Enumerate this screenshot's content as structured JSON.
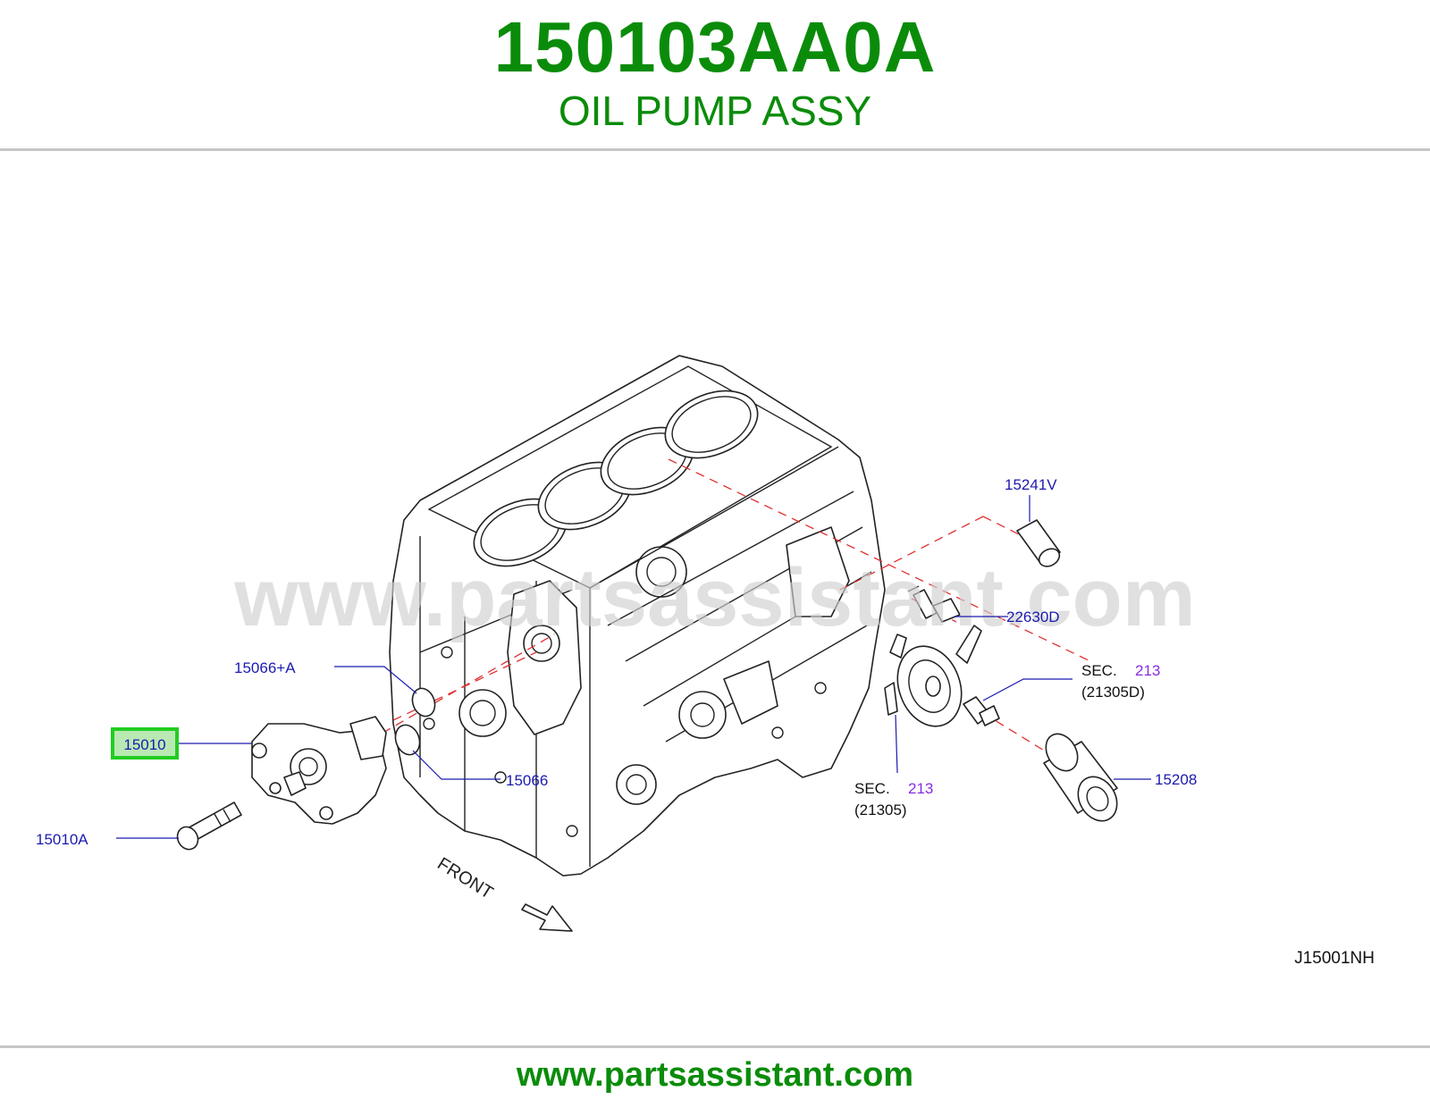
{
  "header": {
    "part_number": "150103AA0A",
    "part_name": "OIL PUMP ASSY"
  },
  "watermark": "www.partsassistant.com",
  "callouts": {
    "c15241v": "15241V",
    "c22630d": "22630D",
    "c15066a": "15066+A",
    "c15010": "15010",
    "c15066": "15066",
    "c15010a": "15010A",
    "c15208": "15208"
  },
  "sec_labels": {
    "upper": {
      "prefix": "SEC.",
      "number": "213",
      "sub": "(21305D)"
    },
    "lower": {
      "prefix": "SEC.",
      "number": "213",
      "sub": "(21305)"
    }
  },
  "front_label": "FRONT",
  "diagram_code": "J15001NH",
  "footer": {
    "url": "www.partsassistant.com"
  },
  "colors": {
    "brand_green": "#0a8c0a",
    "callout_blue": "#1a1ab0",
    "sec_purple": "#8a2be2",
    "highlight_green": "#22cc22",
    "dash_red": "#e03030"
  }
}
